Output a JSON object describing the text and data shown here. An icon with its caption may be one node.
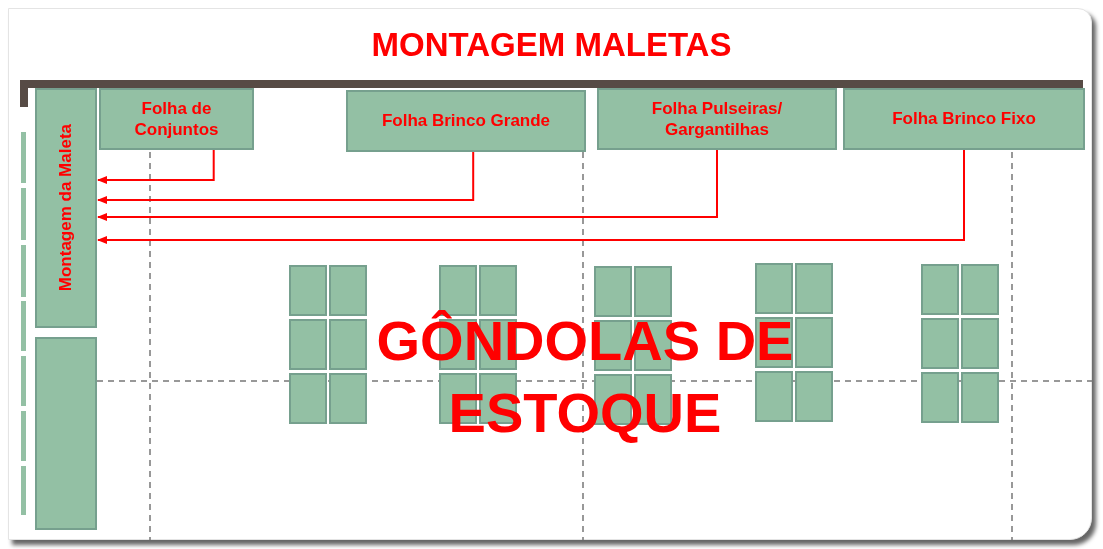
{
  "diagram": {
    "title": "MONTAGEM MALETAS",
    "nodes": [
      {
        "text": [
          "Montagem da Maleta"
        ]
      },
      {
        "text": [
          "Folha de Conjuntos"
        ]
      },
      {
        "text": [
          "Folha Brinco Grande"
        ]
      },
      {
        "text": [
          "Folha Pulseiras/ Gargantilhas"
        ]
      },
      {
        "text": [
          "Folha Brinco Fixo"
        ]
      },
      {
        "text": [],
        "shape": "box"
      },
      {
        "text": [],
        "shape": "box"
      },
      {
        "text": [],
        "shape": "box"
      },
      {
        "text": [],
        "shape": "box"
      },
      {
        "text": [],
        "shape": "box"
      },
      {
        "text": [],
        "shape": "box"
      },
      {
        "text": [],
        "shape": "box"
      },
      {
        "text": [],
        "shape": "box"
      },
      {
        "text": [],
        "shape": "box"
      },
      {
        "text": [],
        "shape": "box"
      },
      {
        "text": [],
        "shape": "box"
      },
      {
        "text": [],
        "shape": "box"
      },
      {
        "text": [],
        "shape": "box"
      },
      {
        "text": [],
        "shape": "box"
      },
      {
        "text": [],
        "shape": "box"
      },
      {
        "text": [],
        "shape": "box"
      },
      {
        "text": [],
        "shape": "box"
      },
      {
        "text": [],
        "shape": "box"
      },
      {
        "text": [],
        "shape": "box"
      },
      {
        "text": [],
        "shape": "box"
      },
      {
        "text": [],
        "shape": "box"
      },
      {
        "text": [],
        "shape": "box"
      },
      {
        "text": [],
        "shape": "box"
      },
      {
        "text": [],
        "shape": "box"
      },
      {
        "text": [],
        "shape": "box"
      },
      {
        "text": [],
        "shape": "box"
      },
      {
        "text": [],
        "shape": "box"
      },
      {
        "text": [],
        "shape": "box"
      },
      {
        "text": [],
        "shape": "box"
      },
      {
        "text": [],
        "shape": "box"
      },
      {
        "text": [],
        "shape": "box"
      }
    ],
    "edges": [
      {
        "from": 1,
        "to": 0,
        "arrow": "to"
      },
      {
        "from": 2,
        "to": 0,
        "arrow": "to"
      },
      {
        "from": 3,
        "to": 0,
        "arrow": "to"
      },
      {
        "from": 4,
        "to": 0,
        "arrow": "to"
      }
    ],
    "labels": [
      "GÔNDOLAS DE ESTOQUE"
    ]
  }
}
